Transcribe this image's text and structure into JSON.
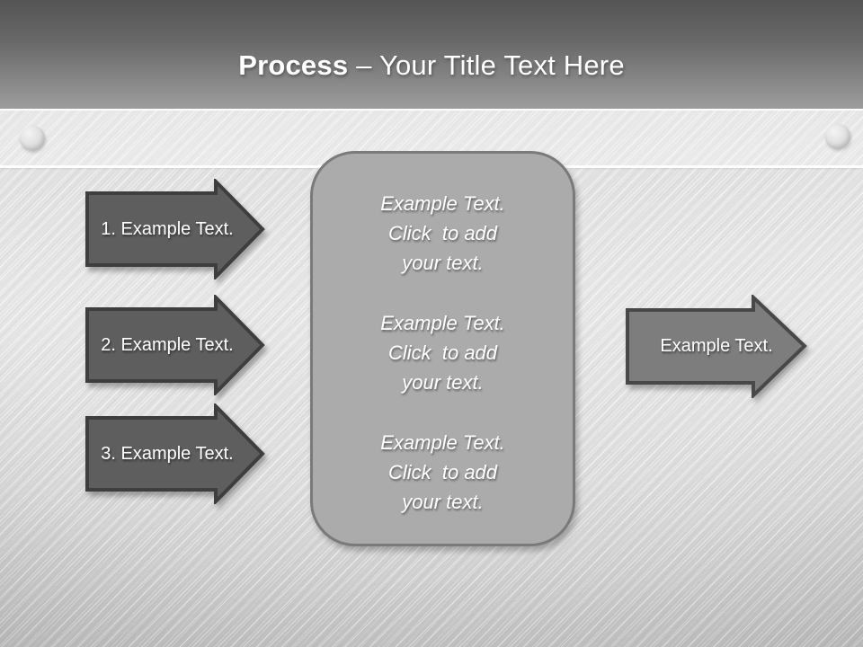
{
  "title": {
    "bold": "Process",
    "rest": "– Your Title Text Here"
  },
  "left_arrows": [
    {
      "label": "1. Example Text."
    },
    {
      "label": "2. Example Text."
    },
    {
      "label": "3. Example Text."
    }
  ],
  "center_box": {
    "paragraphs": [
      "Example Text.\nClick  to add\nyour text.",
      "Example Text.\nClick  to add\nyour text.",
      "Example Text.\nClick  to add\nyour text."
    ]
  },
  "right_arrow": {
    "label": "Example Text."
  },
  "colors": {
    "header_top": "#545454",
    "header_bottom": "#9d9d9d",
    "background_metal": "#d9d9d9",
    "left_arrow_fill": "#5e5e5e",
    "left_arrow_stroke": "#3e3e3e",
    "right_arrow_fill": "#7d7d7d",
    "right_arrow_stroke": "#484848",
    "box_fill": "#ababab",
    "box_stroke": "#7a7a7a",
    "text": "#ffffff"
  }
}
